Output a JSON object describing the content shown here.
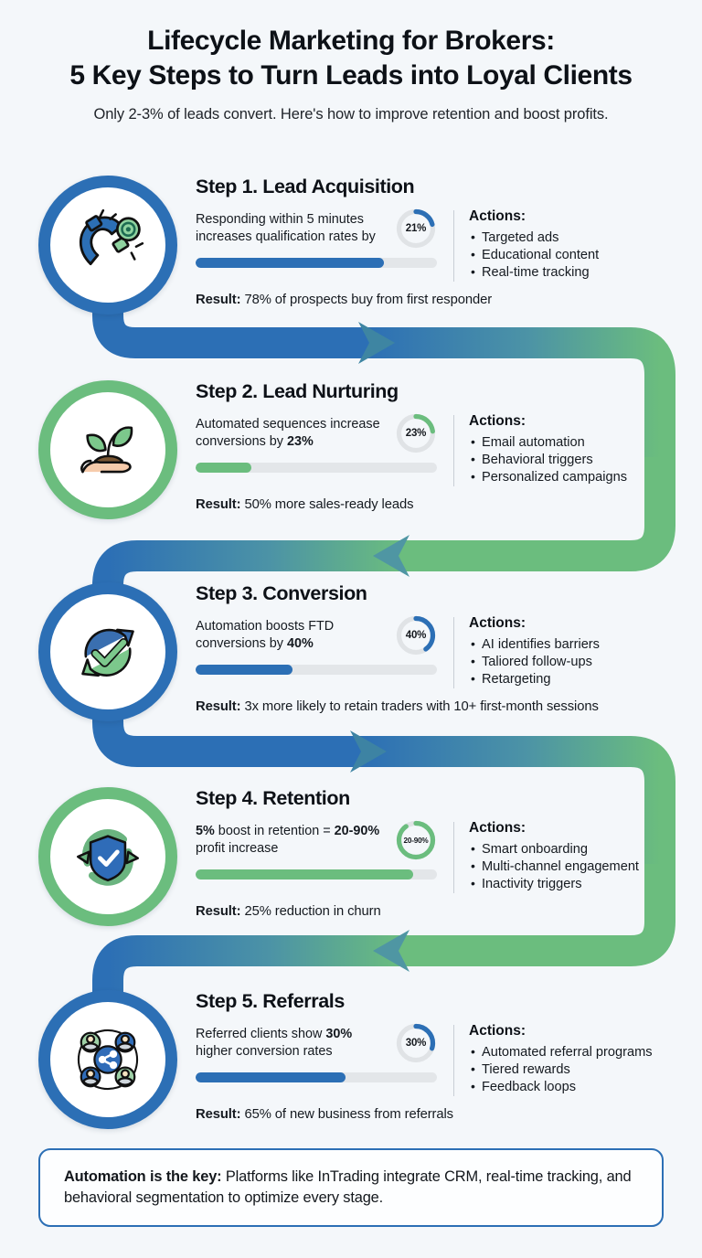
{
  "header": {
    "title_line1": "Lifecycle Marketing for Brokers:",
    "title_line2": "5 Key Steps to Turn Leads into Loyal Clients",
    "subtitle": "Only 2-3% of leads convert. Here's how to improve retention and boost profits."
  },
  "colors": {
    "blue": "#2c6fb5",
    "green": "#6bbd7e",
    "background": "#f4f7fa",
    "track": "#e3e6e9",
    "text": "#151a20"
  },
  "actions_heading": "Actions:",
  "result_label": "Result:",
  "steps": [
    {
      "id": "lead-acquisition",
      "title": "Step 1. Lead Acquisition",
      "icon": "magnet-target-icon",
      "accent": "blue",
      "stat_pre": "Responding within 5 minutes increases qualification rates by ",
      "stat_bold": "",
      "stat_post": "",
      "donut_label": "21%",
      "donut_value": 21,
      "bar_percent": 78,
      "actions": [
        "Targeted ads",
        "Educational content",
        "Real-time tracking"
      ],
      "result": "78% of prospects buy from first responder"
    },
    {
      "id": "lead-nurturing",
      "title": "Step 2. Lead Nurturing",
      "icon": "sprout-in-hand-icon",
      "accent": "green",
      "stat_pre": "Automated sequences increase conversions by ",
      "stat_bold": "23%",
      "stat_post": "",
      "donut_label": "23%",
      "donut_value": 23,
      "bar_percent": 23,
      "actions": [
        "Email automation",
        "Behavioral triggers",
        "Personalized campaigns"
      ],
      "result": "50% more sales-ready leads"
    },
    {
      "id": "conversion",
      "title": "Step 3. Conversion",
      "icon": "refresh-check-icon",
      "accent": "blue",
      "stat_pre": "Automation boosts FTD conversions by ",
      "stat_bold": "40%",
      "stat_post": "",
      "donut_label": "40%",
      "donut_value": 40,
      "bar_percent": 40,
      "actions": [
        "AI identifies barriers",
        "Taliored follow-ups",
        "Retargeting"
      ],
      "result": "3x more likely to retain traders with 10+ first-month sessions"
    },
    {
      "id": "retention",
      "title": "Step 4. Retention",
      "icon": "shield-refresh-icon",
      "accent": "green",
      "stat_pre": "",
      "stat_bold": "5%",
      "stat_post": " boost in retention = ",
      "stat_bold2": "20-90%",
      "stat_post2": " profit increase",
      "donut_label": "20-90%",
      "donut_value": 90,
      "bar_percent": 90,
      "actions": [
        "Smart onboarding",
        "Multi-channel engagement",
        "Inactivity triggers"
      ],
      "result": "25% reduction in churn"
    },
    {
      "id": "referrals",
      "title": "Step 5. Referrals",
      "icon": "referral-network-icon",
      "accent": "blue",
      "stat_pre": "Referred clients show ",
      "stat_bold": "30%",
      "stat_post": " higher conversion rates",
      "donut_label": "30%",
      "donut_value": 30,
      "bar_percent": 62,
      "actions": [
        "Automated referral programs",
        "Tiered rewards",
        "Feedback loops"
      ],
      "result": "65% of new business from referrals"
    }
  ],
  "footer": {
    "bold": "Automation is the key:",
    "text": " Platforms like InTrading integrate CRM, real-time tracking, and behavioral segmentation to optimize every stage."
  }
}
